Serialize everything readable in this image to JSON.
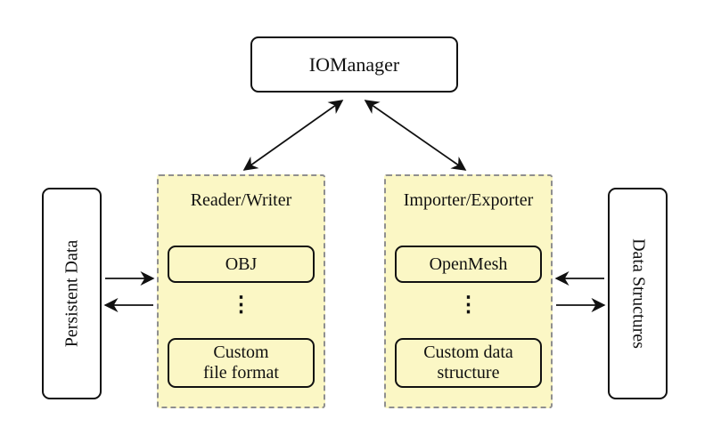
{
  "diagram": {
    "nodes": {
      "io_manager": "IOManager",
      "persistent_data": "Persistent Data",
      "data_structures": "Data Structures"
    },
    "reader_writer": {
      "title": "Reader/Writer",
      "top_item": "OBJ",
      "dots": "⋮",
      "bottom_item": "Custom\nfile format"
    },
    "importer_exporter": {
      "title": "Importer/Exporter",
      "top_item": "OpenMesh",
      "dots": "⋮",
      "bottom_item": "Custom data\nstructure"
    },
    "colors": {
      "panel_fill": "#FBF7C5",
      "panel_border": "#8f8f8f",
      "box_border": "#111111"
    }
  }
}
